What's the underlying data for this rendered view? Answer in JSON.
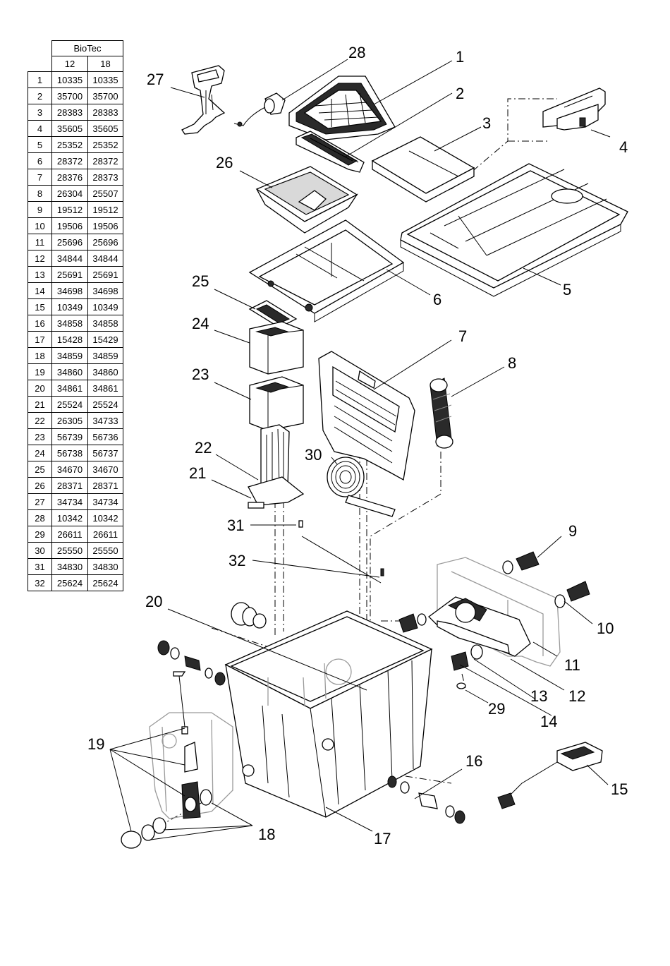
{
  "table": {
    "brand": "BioTec",
    "models": [
      "12",
      "18"
    ],
    "rows": [
      {
        "pos": "1",
        "v12": "10335",
        "v18": "10335"
      },
      {
        "pos": "2",
        "v12": "35700",
        "v18": "35700"
      },
      {
        "pos": "3",
        "v12": "28383",
        "v18": "28383"
      },
      {
        "pos": "4",
        "v12": "35605",
        "v18": "35605"
      },
      {
        "pos": "5",
        "v12": "25352",
        "v18": "25352"
      },
      {
        "pos": "6",
        "v12": "28372",
        "v18": "28372"
      },
      {
        "pos": "7",
        "v12": "28376",
        "v18": "28373"
      },
      {
        "pos": "8",
        "v12": "26304",
        "v18": "25507"
      },
      {
        "pos": "9",
        "v12": "19512",
        "v18": "19512"
      },
      {
        "pos": "10",
        "v12": "19506",
        "v18": "19506"
      },
      {
        "pos": "11",
        "v12": "25696",
        "v18": "25696"
      },
      {
        "pos": "12",
        "v12": "34844",
        "v18": "34844"
      },
      {
        "pos": "13",
        "v12": "25691",
        "v18": "25691"
      },
      {
        "pos": "14",
        "v12": "34698",
        "v18": "34698"
      },
      {
        "pos": "15",
        "v12": "10349",
        "v18": "10349"
      },
      {
        "pos": "16",
        "v12": "34858",
        "v18": "34858"
      },
      {
        "pos": "17",
        "v12": "15428",
        "v18": "15429"
      },
      {
        "pos": "18",
        "v12": "34859",
        "v18": "34859"
      },
      {
        "pos": "19",
        "v12": "34860",
        "v18": "34860"
      },
      {
        "pos": "20",
        "v12": "34861",
        "v18": "34861"
      },
      {
        "pos": "21",
        "v12": "25524",
        "v18": "25524"
      },
      {
        "pos": "22",
        "v12": "26305",
        "v18": "34733"
      },
      {
        "pos": "23",
        "v12": "56739",
        "v18": "56736"
      },
      {
        "pos": "24",
        "v12": "56738",
        "v18": "56737"
      },
      {
        "pos": "25",
        "v12": "34670",
        "v18": "34670"
      },
      {
        "pos": "26",
        "v12": "28371",
        "v18": "28371"
      },
      {
        "pos": "27",
        "v12": "34734",
        "v18": "34734"
      },
      {
        "pos": "28",
        "v12": "10342",
        "v18": "10342"
      },
      {
        "pos": "29",
        "v12": "26611",
        "v18": "26611"
      },
      {
        "pos": "30",
        "v12": "25550",
        "v18": "25550"
      },
      {
        "pos": "31",
        "v12": "34830",
        "v18": "34830"
      },
      {
        "pos": "32",
        "v12": "25624",
        "v18": "25624"
      }
    ]
  },
  "callouts": [
    "1",
    "2",
    "3",
    "4",
    "5",
    "6",
    "7",
    "8",
    "9",
    "10",
    "11",
    "12",
    "13",
    "14",
    "15",
    "16",
    "17",
    "18",
    "19",
    "20",
    "21",
    "22",
    "23",
    "24",
    "25",
    "26",
    "27",
    "28",
    "29",
    "30",
    "31",
    "32"
  ]
}
